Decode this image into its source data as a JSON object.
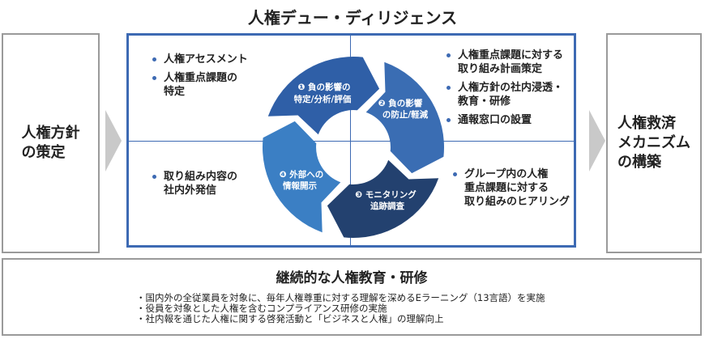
{
  "title": "人権デュー・ディリジェンス",
  "left_box": "人権方針\nの策定",
  "right_box": "人権救済\nメカニズム\nの構築",
  "quadrants": {
    "top_left": [
      "人権アセスメント",
      "人権重点課題の\n特定"
    ],
    "top_right": [
      "人権重点課題に対する\n取り組み計画策定",
      "人権方針の社内浸透・\n教育・研修",
      "通報窓口の設置"
    ],
    "bottom_left": [
      "取り組み内容の\n社内外発信"
    ],
    "bottom_right": [
      "グループ内の人権\n重点課題に対する\n取り組みのヒアリング"
    ]
  },
  "cycle": {
    "step1": {
      "badge": "❶",
      "line1": "負の影響の",
      "line2": "特定/分析/評価",
      "color": "#2f5fa7"
    },
    "step2": {
      "badge": "❷",
      "line1": "負の影響",
      "line2": "の防止/軽減",
      "color": "#3a6db3"
    },
    "step3": {
      "badge": "❸",
      "line1": "モニタリング",
      "line2": "追跡調査",
      "color": "#23416f"
    },
    "step4": {
      "badge": "❹",
      "line1": "外部への",
      "line2": "情報開示",
      "color": "#3b7fc4"
    }
  },
  "bottom": {
    "title": "継続的な人権教育・研修",
    "notes": [
      "・国内外の全従業員を対象に、毎年人権尊重に対する理解を深めるEラーニング（13言語）を実施",
      "・役員を対象とした人権を含むコンプライアンス研修の実施",
      "・社内報を通じた人権に関する啓発活動と「ビジネスと人権」の理解向上"
    ]
  },
  "colors": {
    "frame": "#3d6ab3",
    "side_border": "#9a9a9a",
    "chevron": "#c9c9c9"
  }
}
